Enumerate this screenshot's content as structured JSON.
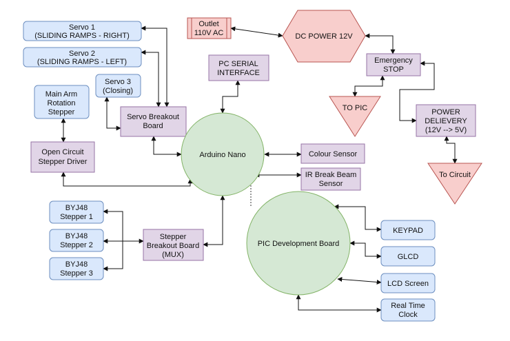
{
  "nodes": {
    "servo1": [
      "Servo 1",
      "(SLIDING RAMPS - RIGHT)"
    ],
    "servo2": [
      "Servo 2",
      "(SLIDING RAMPS - LEFT)"
    ],
    "servo3": [
      "Servo 3",
      "(Closing)"
    ],
    "main_arm": [
      "Main Arm",
      "Rotation",
      "Stepper"
    ],
    "servo_breakout": [
      "Servo Breakout",
      "Board"
    ],
    "open_circuit": [
      "Open Circuit",
      "Stepper Driver"
    ],
    "pc_serial": [
      "PC SERIAL",
      "INTERFACE"
    ],
    "outlet": [
      "Outlet",
      "110V AC"
    ],
    "dc_power": [
      "DC POWER 12V"
    ],
    "emergency_stop": [
      "Emergency",
      "STOP"
    ],
    "to_pic": [
      "TO PIC"
    ],
    "power_delivery": [
      "POWER",
      "DELIEVERY",
      "(12V --> 5V)"
    ],
    "to_circuit": [
      "To Circuit"
    ],
    "arduino": [
      "Arduino Nano"
    ],
    "colour_sensor": [
      "Colour Sensor"
    ],
    "ir_sensor": [
      "IR Break Beam",
      "Sensor"
    ],
    "byj1": [
      "BYJ48",
      "Stepper 1"
    ],
    "byj2": [
      "BYJ48",
      "Stepper 2"
    ],
    "byj3": [
      "BYJ48",
      "Stepper 3"
    ],
    "stepper_breakout": [
      "Stepper",
      "Breakout Board",
      "(MUX)"
    ],
    "pic_board": [
      "PIC Development Board"
    ],
    "keypad": [
      "KEYPAD"
    ],
    "glcd": [
      "GLCD"
    ],
    "lcd_screen": [
      "LCD Screen"
    ],
    "rtc": [
      "Real Time",
      "Clock"
    ]
  },
  "colors": {
    "blue_fill": "#dae8fc",
    "blue_stroke": "#6c8ebf",
    "purple_fill": "#e1d5e7",
    "purple_stroke": "#9673a6",
    "green_fill": "#d5e8d4",
    "green_stroke": "#82b366",
    "red_fill": "#f8cecc",
    "red_stroke": "#b85450",
    "edge": "#111111"
  }
}
